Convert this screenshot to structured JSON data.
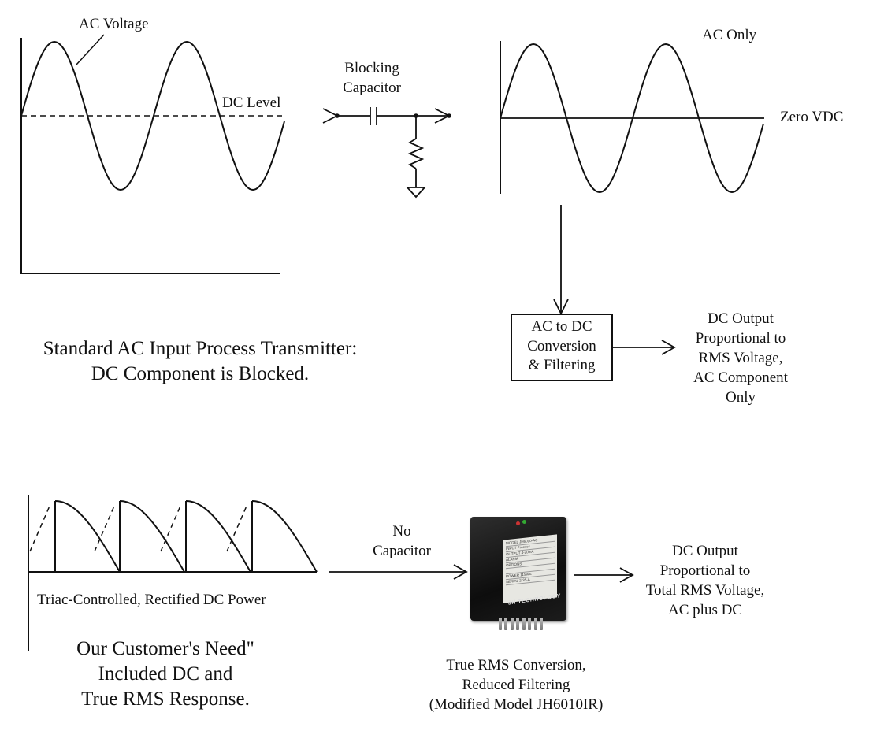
{
  "top": {
    "ac_voltage_label": "AC Voltage",
    "dc_level_label": "DC Level",
    "blocking_capacitor_label": "Blocking\nCapacitor",
    "ac_only_label": "AC Only",
    "zero_vdc_label": "Zero VDC",
    "conversion_box_label": "AC to DC\nConversion\n& Filtering",
    "dc_output_label": "DC Output\nProportional to\nRMS Voltage,\nAC Component\nOnly",
    "caption": "Standard AC Input Process Transmitter:\nDC Component is Blocked."
  },
  "bottom": {
    "waveform_label": "Triac-Controlled, Rectified DC Power",
    "no_capacitor_label": "No\nCapacitor",
    "dc_output_label": "DC Output\nProportional to\nTotal RMS Voltage,\nAC plus DC",
    "device_caption": "True RMS Conversion,\nReduced Filtering\n(Modified Model JH6010IR)",
    "customer_need": "Our Customer's Need\"\nIncluded DC and\nTrue RMS Response.",
    "device_brand": "JH TECHNOLOGY"
  },
  "device_label_rows": [
    "MODEL  JH6010-AC",
    "INPUT  Process",
    "OUTPUT 4-20mA",
    "ALARM",
    "OPTIONS",
    "",
    "POWER  115Vac",
    "SERIAL 2-35-A"
  ]
}
